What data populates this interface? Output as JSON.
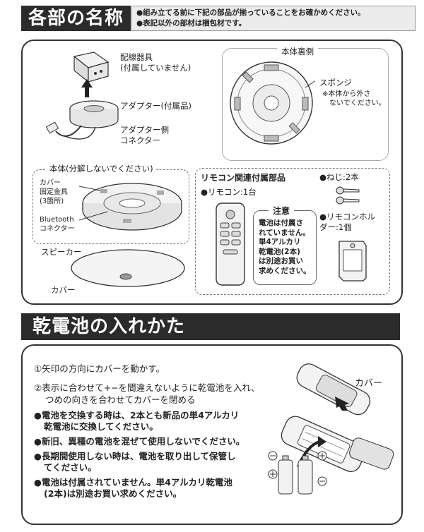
{
  "sec1": {
    "title": "各部の名称",
    "notes": [
      "●組み立てる前に下記の部品が揃っていることをお確かめください。",
      "●表記以外の部材は梱包材です。"
    ]
  },
  "parts": {
    "wiring_label": [
      "配線器具",
      "(付属していません)"
    ],
    "adapter_label": "アダプター(付属品)",
    "adapter_connector_label": [
      "アダプター側",
      "コネクター"
    ],
    "rear_title": "本体裏側",
    "sponge_label": "スポンジ",
    "sponge_note": [
      "※本体から外さ",
      "ないでください。"
    ],
    "body_title": "本体(分解しないでください)",
    "cover_fix_label": [
      "カバー",
      "固定金具",
      "(3箇所)"
    ],
    "bluetooth_label": [
      "Bluetooth",
      "コネクター"
    ],
    "speaker_label": "スピーカー",
    "cover_label": "カバー",
    "remote_title": "リモコン関連付属部品",
    "remote_label": "●リモコン:1台",
    "caution_title": "注意",
    "caution_text": [
      "電池は付属さ",
      "れていません。",
      "単4アルカリ",
      "乾電池(2本)",
      "は別途お買い",
      "求めください。"
    ],
    "screw_label": "●ねじ:2本",
    "holder_label": [
      "●リモコンホル",
      "ダー:1個"
    ]
  },
  "sec2": {
    "title": "乾電池の入れかた",
    "step1": "①矢印の方向にカバーを動かす。",
    "step2": [
      "②表示に合わせて+−を間違えないように乾電池を入れ、",
      "つめの向きを合わせてカバーを閉める"
    ],
    "bullets": [
      [
        "●電池を交換する時は、2本とも新品の単4アルカリ",
        "乾電池に交換してください。"
      ],
      [
        "●新旧、異種の電池を混ぜて使用しないでください。"
      ],
      [
        "●長期間使用しない時は、電池を取り出して保管し",
        "てください。"
      ],
      [
        "●電池は付属されていません。単4アルカリ乾電池",
        "(2本)は別途お買い求めください。"
      ]
    ],
    "cover_label": "カバー"
  }
}
